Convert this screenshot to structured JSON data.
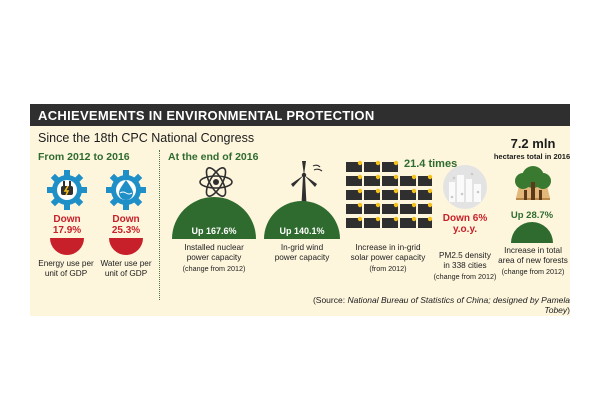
{
  "header": {
    "title": "ACHIEVEMENTS IN ENVIRONMENTAL PROTECTION",
    "subtitle": "Since the 18th CPC National Congress"
  },
  "sections": {
    "left_label": "From 2012 to 2016",
    "right_label": "At the end of 2016"
  },
  "items": [
    {
      "change_word": "Down",
      "change_value": "17.9%",
      "label_1": "Energy use per",
      "label_2": "unit of GDP",
      "icon": "energy-plug-gear-icon"
    },
    {
      "change_word": "Down",
      "change_value": "25.3%",
      "label_1": "Water use per",
      "label_2": "unit of GDP",
      "icon": "water-drop-gear-icon"
    },
    {
      "change": "Up 167.6%",
      "label_1": "Installed nuclear",
      "label_2": "power capacity",
      "note": "(change from 2012)",
      "icon": "atom-icon"
    },
    {
      "change": "Up 140.1%",
      "label_1": "In-grid wind",
      "label_2": "power capacity",
      "icon": "wind-turbine-icon"
    },
    {
      "change": "21.4 times",
      "label_1": "Increase in in-grid",
      "label_2": "solar power capacity",
      "note": "(from 2012)",
      "icon": "solar-panel-icon"
    },
    {
      "change_word": "Down 6%",
      "change_value": "y.o.y.",
      "label_1": "PM2.5 density",
      "label_2": "in 338 cities",
      "note": "(change from 2012)",
      "icon": "smog-city-icon"
    },
    {
      "big": "7.2 mln",
      "big_note": "hectares total in 2016",
      "change": "Up 28.7%",
      "label_1": "Increase in total",
      "label_2": "area of new forests",
      "note": "(change from 2012)",
      "icon": "forest-tree-icon"
    }
  ],
  "source": {
    "prefix": "(Source: ",
    "italic": "National Bureau of Statistics of China; designed by Pamela Tobey",
    "suffix": ")"
  },
  "colors": {
    "panel": "#fdf6dd",
    "banner": "#2f2f2f",
    "green": "#2f6b2f",
    "red": "#c8202a",
    "blue": "#1f8fc7"
  }
}
